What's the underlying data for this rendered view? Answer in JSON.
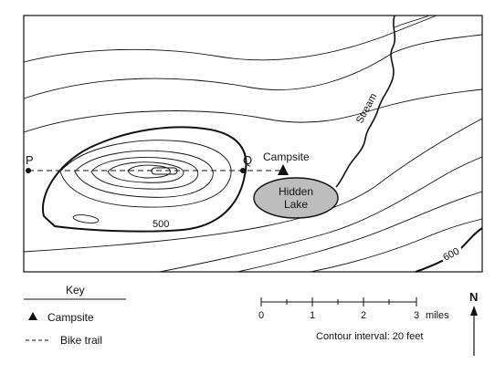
{
  "map": {
    "point_labels": {
      "p": "P",
      "q": "Q"
    },
    "campsite_label": "Campsite",
    "lake_label_line1": "Hidden",
    "lake_label_line2": "Lake",
    "stream_label": "Stream",
    "contour_labels": [
      "500",
      "600"
    ]
  },
  "key": {
    "title": "Key",
    "items": [
      {
        "symbol": "triangle",
        "label": "Campsite"
      },
      {
        "symbol": "dashed-line",
        "label": "Bike trail"
      }
    ]
  },
  "scale": {
    "ticks": [
      "0",
      "1",
      "2",
      "3"
    ],
    "unit": "miles",
    "contour_interval": "Contour interval: 20 feet"
  },
  "north_label": "N",
  "colors": {
    "lake_fill": "#bdbdbd",
    "line": "#111111"
  }
}
